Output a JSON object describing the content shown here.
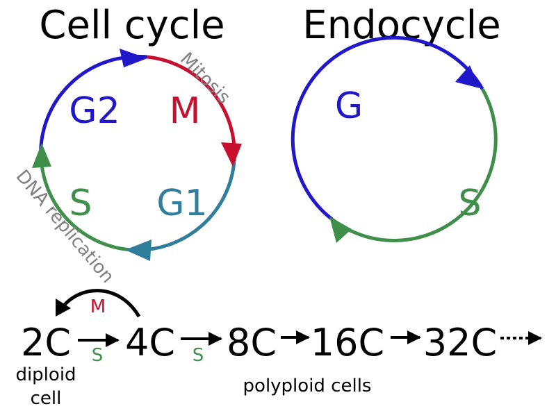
{
  "titles": {
    "cell_cycle": "Cell cycle",
    "endocycle": "Endocycle"
  },
  "cell_cycle": {
    "phases": {
      "g2": "G2",
      "m": "M",
      "s": "S",
      "g1": "G1"
    },
    "arc_labels": {
      "mitosis": "Mitosis",
      "dna_replication": "DNA replication"
    }
  },
  "endocycle": {
    "phases": {
      "g": "G",
      "s": "S"
    }
  },
  "ploidy": {
    "stages": [
      "2C",
      "4C",
      "8C",
      "16C",
      "32C"
    ],
    "m_label": "M",
    "s_label": "S",
    "diploid_caption": [
      "diploid",
      "cell"
    ],
    "polyploid_caption": "polyploid cells"
  },
  "colors": {
    "g2": "#1f17c8",
    "m": "#c8102e",
    "g1": "#2e7e9c",
    "s": "#3f8f4a",
    "label_gray": "#808080",
    "text": "#000000"
  }
}
